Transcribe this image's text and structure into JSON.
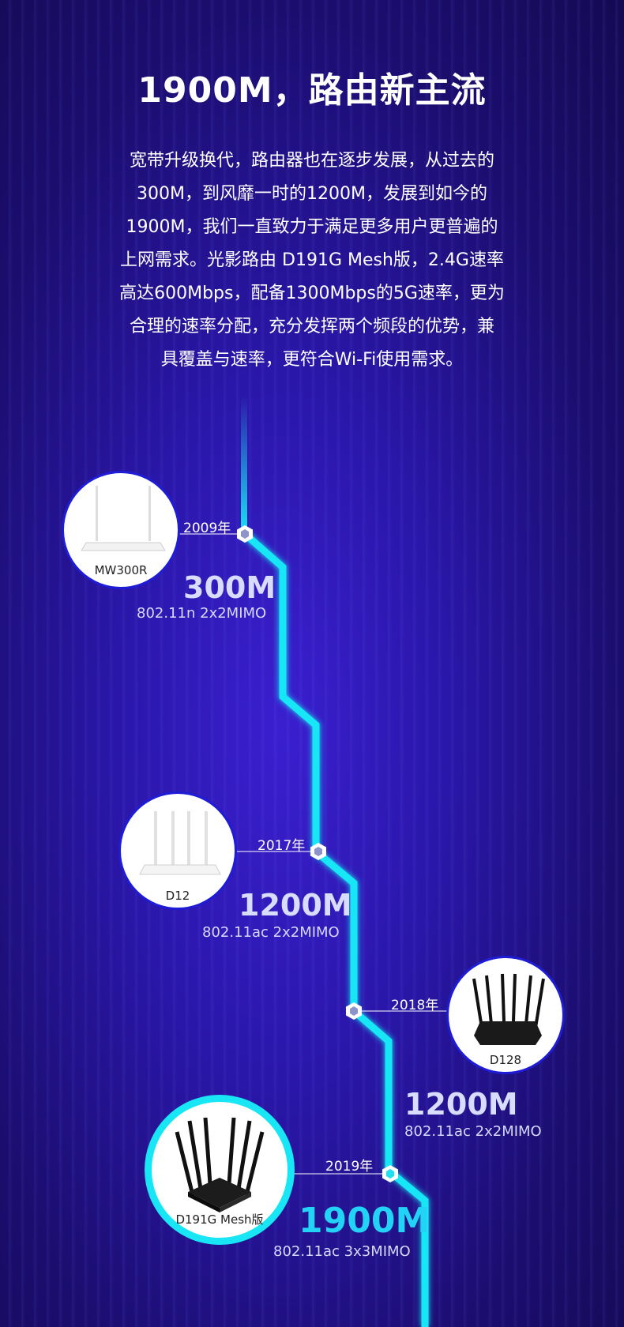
{
  "title": "1900M，路由新主流",
  "description_lines": [
    "宽带升级换代，路由器也在逐步发展，从过去的",
    "300M，到风靡一时的1200M，发展到如今的",
    "1900M，我们一直致力于满足更多用户更普遍的",
    "上网需求。光影路由 D191G Mesh版，2.4G速率",
    "高达600Mbps，配备1300Mbps的5G速率，更为",
    "合理的速率分配，充分发挥两个频段的优势，兼",
    "具覆盖与速率，更符合Wi-Fi使用需求。"
  ],
  "timeline": [
    {
      "year": "2009年",
      "model": "MW300R",
      "speed": "300M",
      "spec": "802.11n  2x2MIMO",
      "router_color": "white"
    },
    {
      "year": "2017年",
      "model": "D12",
      "speed": "1200M",
      "spec": "802.11ac  2x2MIMO",
      "router_color": "white"
    },
    {
      "year": "2018年",
      "model": "D128",
      "speed": "1200M",
      "spec": "802.11ac  2x2MIMO",
      "router_color": "black"
    },
    {
      "year": "2019年",
      "model": "D191G Mesh版",
      "speed": "1900M",
      "spec": "802.11ac  3x3MIMO",
      "router_color": "black",
      "highlight": true
    }
  ],
  "colors": {
    "timeline_line": "#19e6f5",
    "highlight_speed": "#22d3f5",
    "circle_border": "#1e1cd6"
  }
}
